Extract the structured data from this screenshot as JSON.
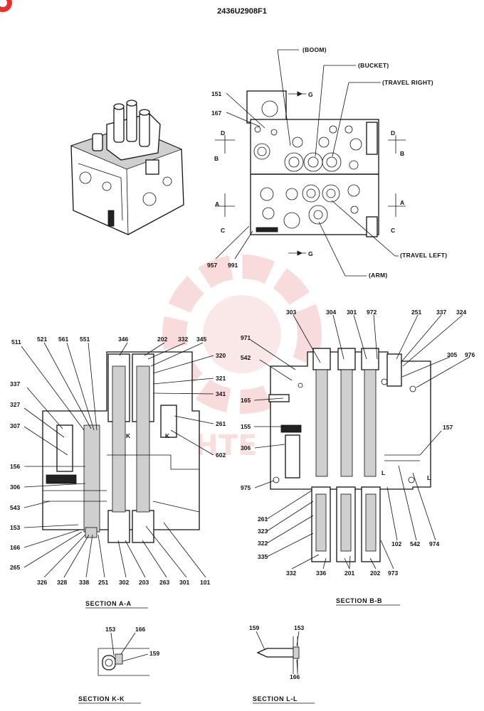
{
  "drawing_number": "2436U2908F1",
  "watermark_text": "ИНТЕ",
  "colors": {
    "ink": "#111111",
    "watermark": "#f3b8b8",
    "logo_badge": "#e83030"
  },
  "callouts": {
    "boom": "(BOOM)",
    "bucket": "(BUCKET)",
    "travel_right": "(TRAVEL RIGHT)",
    "travel_left": "(TRAVEL LEFT)",
    "arm": "(ARM)"
  },
  "section_marks": {
    "g_top": "G",
    "g_bottom": "G",
    "d_left": "D",
    "d_right": "D",
    "b_left": "B",
    "b_right": "B",
    "a_left": "A",
    "a_right": "A",
    "c_left": "C",
    "c_right": "C",
    "k_1": "K",
    "k_2": "K",
    "l_1": "L",
    "l_2": "L"
  },
  "top_view_labels": [
    "151",
    "167",
    "957",
    "991"
  ],
  "section_aa": {
    "title": "SECTION  A-A",
    "labels": [
      "511",
      "521",
      "561",
      "551",
      "346",
      "202",
      "332",
      "345",
      "320",
      "321",
      "341",
      "261",
      "602",
      "337",
      "327",
      "307",
      "156",
      "306",
      "543",
      "153",
      "166",
      "265",
      "326",
      "328",
      "338",
      "251",
      "302",
      "203",
      "263",
      "301",
      "101"
    ]
  },
  "section_bb": {
    "title": "SECTION  B-B",
    "labels": [
      "303",
      "304",
      "301",
      "972",
      "251",
      "337",
      "324",
      "971",
      "305",
      "976",
      "542",
      "165",
      "155",
      "157",
      "306",
      "975",
      "261",
      "323",
      "322",
      "335",
      "332",
      "336",
      "201",
      "202",
      "973",
      "102",
      "542",
      "974"
    ]
  },
  "section_kk": {
    "title": "SECTION  K-K",
    "labels": [
      "153",
      "166",
      "159"
    ]
  },
  "section_ll": {
    "title": "SECTION  L-L",
    "labels": [
      "159",
      "153",
      "166"
    ]
  }
}
